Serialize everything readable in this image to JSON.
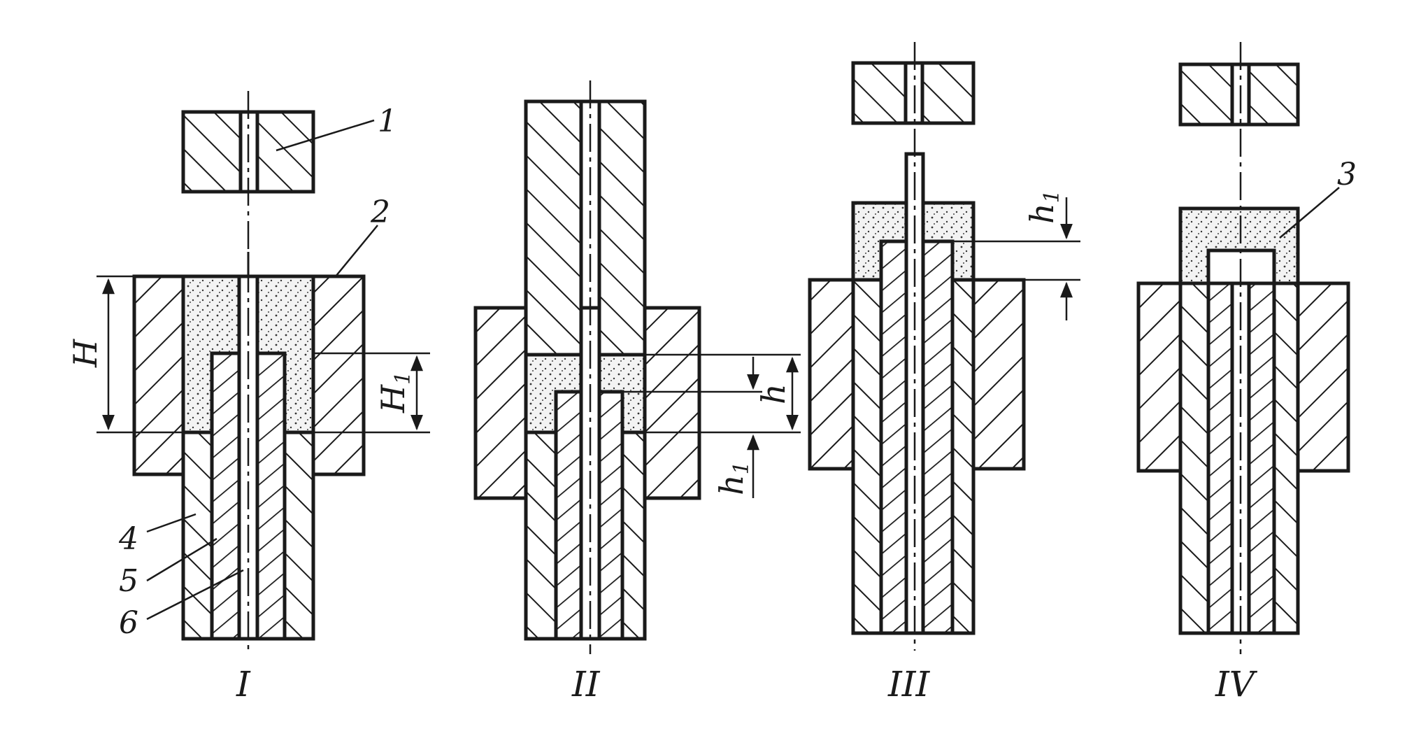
{
  "stages": [
    {
      "id": "stage-1",
      "caption": "I"
    },
    {
      "id": "stage-2",
      "caption": "II"
    },
    {
      "id": "stage-3",
      "caption": "III"
    },
    {
      "id": "stage-4",
      "caption": "IV"
    }
  ],
  "part_labels": {
    "p1": "1",
    "p2": "2",
    "p3": "3",
    "p4": "4",
    "p5": "5",
    "p6": "6"
  },
  "dimensions": {
    "H": "H",
    "H1_main": "H",
    "H1_sub": "1",
    "h": "h",
    "h1_main": "h",
    "h1_sub": "1"
  },
  "colors": {
    "line": "#1a1a1a",
    "powder": "#f1f1f1",
    "metal_fill": "#ffffff"
  }
}
